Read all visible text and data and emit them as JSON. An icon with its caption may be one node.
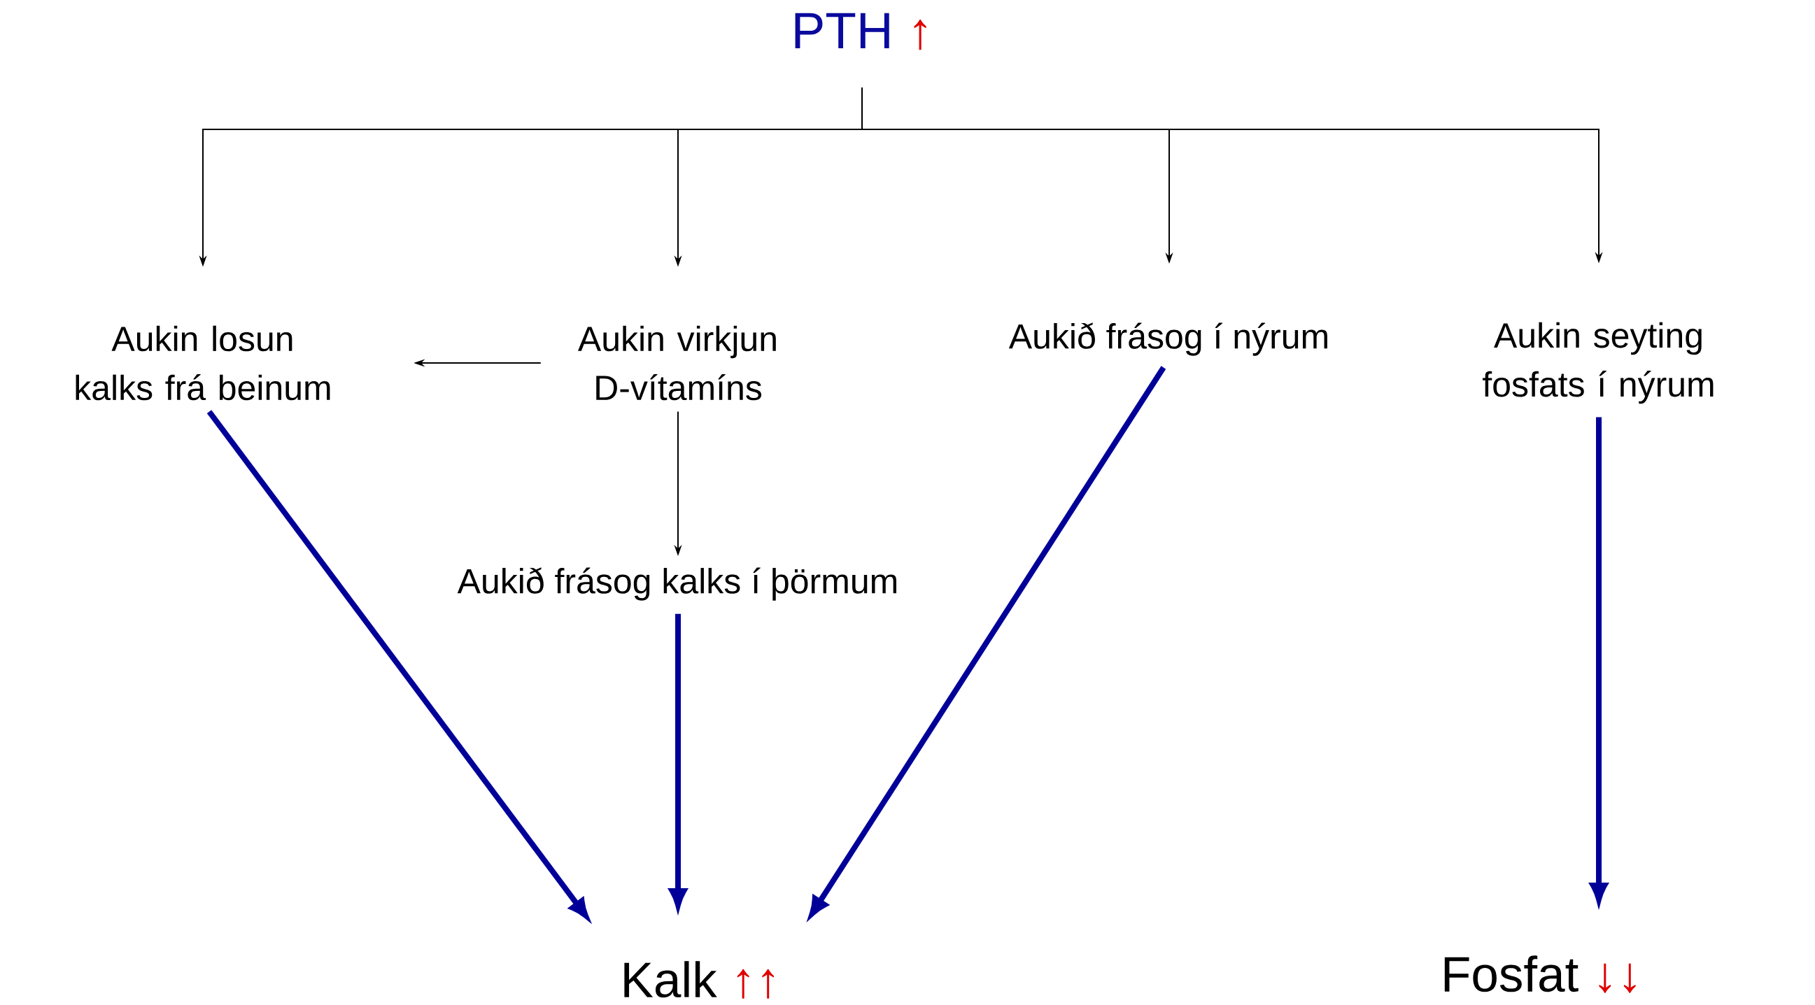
{
  "diagram": {
    "nodes": [
      {
        "text": [
          "PTH",
          "↑"
        ]
      },
      {
        "text": [
          "Aukin losun kalks frá beinum"
        ]
      },
      {
        "text": [
          "Aukin virkjun D-vítamíns"
        ]
      },
      {
        "text": [
          "Aukið frásog í nýrum"
        ]
      },
      {
        "text": [
          "Aukin seyting fosfats í nýrum"
        ]
      },
      {
        "text": [
          "Aukið frásog kalks í þörmum"
        ]
      },
      {
        "text": [
          "Kalk",
          "↑↑"
        ]
      },
      {
        "text": [
          "Fosfat",
          "↓↓"
        ]
      }
    ],
    "edges": [
      {
        "from": 0,
        "to": 1,
        "arrow": "to"
      },
      {
        "from": 0,
        "to": 2,
        "arrow": "to"
      },
      {
        "from": 0,
        "to": 3,
        "arrow": "to"
      },
      {
        "from": 0,
        "to": 4,
        "arrow": "to"
      },
      {
        "from": 2,
        "to": 1,
        "arrow": "to"
      },
      {
        "from": 2,
        "to": 5,
        "arrow": "to"
      },
      {
        "from": 1,
        "to": 6,
        "arrow": "to",
        "style": "thick",
        "color": "#000099"
      },
      {
        "from": 5,
        "to": 6,
        "arrow": "to",
        "style": "thick",
        "color": "#000099"
      },
      {
        "from": 3,
        "to": 6,
        "arrow": "to",
        "style": "thick",
        "color": "#000099"
      },
      {
        "from": 4,
        "to": 7,
        "arrow": "to",
        "style": "thick",
        "color": "#000099"
      }
    ]
  }
}
